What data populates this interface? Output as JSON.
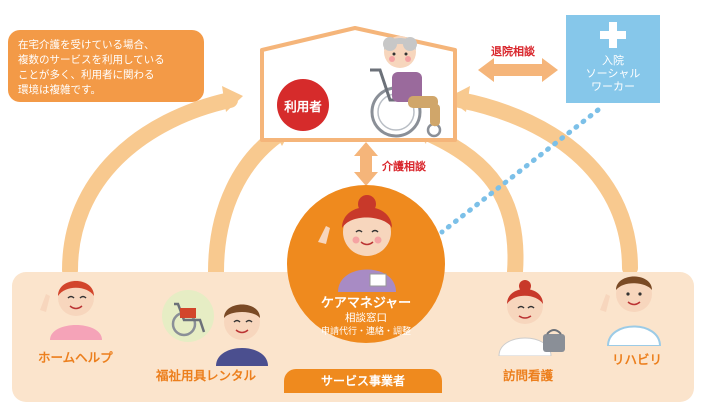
{
  "note": {
    "lines": [
      "在宅介護を受けている場合、",
      "複数のサービスを利用している",
      "ことが多く、利用者に関わる",
      "環境は複雑です。"
    ]
  },
  "user": {
    "label": "利用者"
  },
  "hospital": {
    "lines": [
      "入院",
      "ソーシャル",
      "ワーカー"
    ]
  },
  "relations": {
    "discharge_consult": "退院相談",
    "care_consult": "介護相談"
  },
  "care_manager": {
    "title": "ケアマネジャー",
    "subtitle": "相談窓口",
    "detail": "申請代行・連絡・調整"
  },
  "services": {
    "home_help": "ホームヘルプ",
    "equipment_rental": "福祉用具レンタル",
    "visiting_nursing": "訪問看護",
    "rehab": "リハビリ"
  },
  "providers_label": "サービス事業者",
  "colors": {
    "orange": "#ef8a1e",
    "light_orange": "#f8c98f",
    "band": "#fbe4cc",
    "red": "#d62b2b",
    "hospital_blue": "#86c7ea",
    "dotted_blue": "#7cc0e8"
  }
}
